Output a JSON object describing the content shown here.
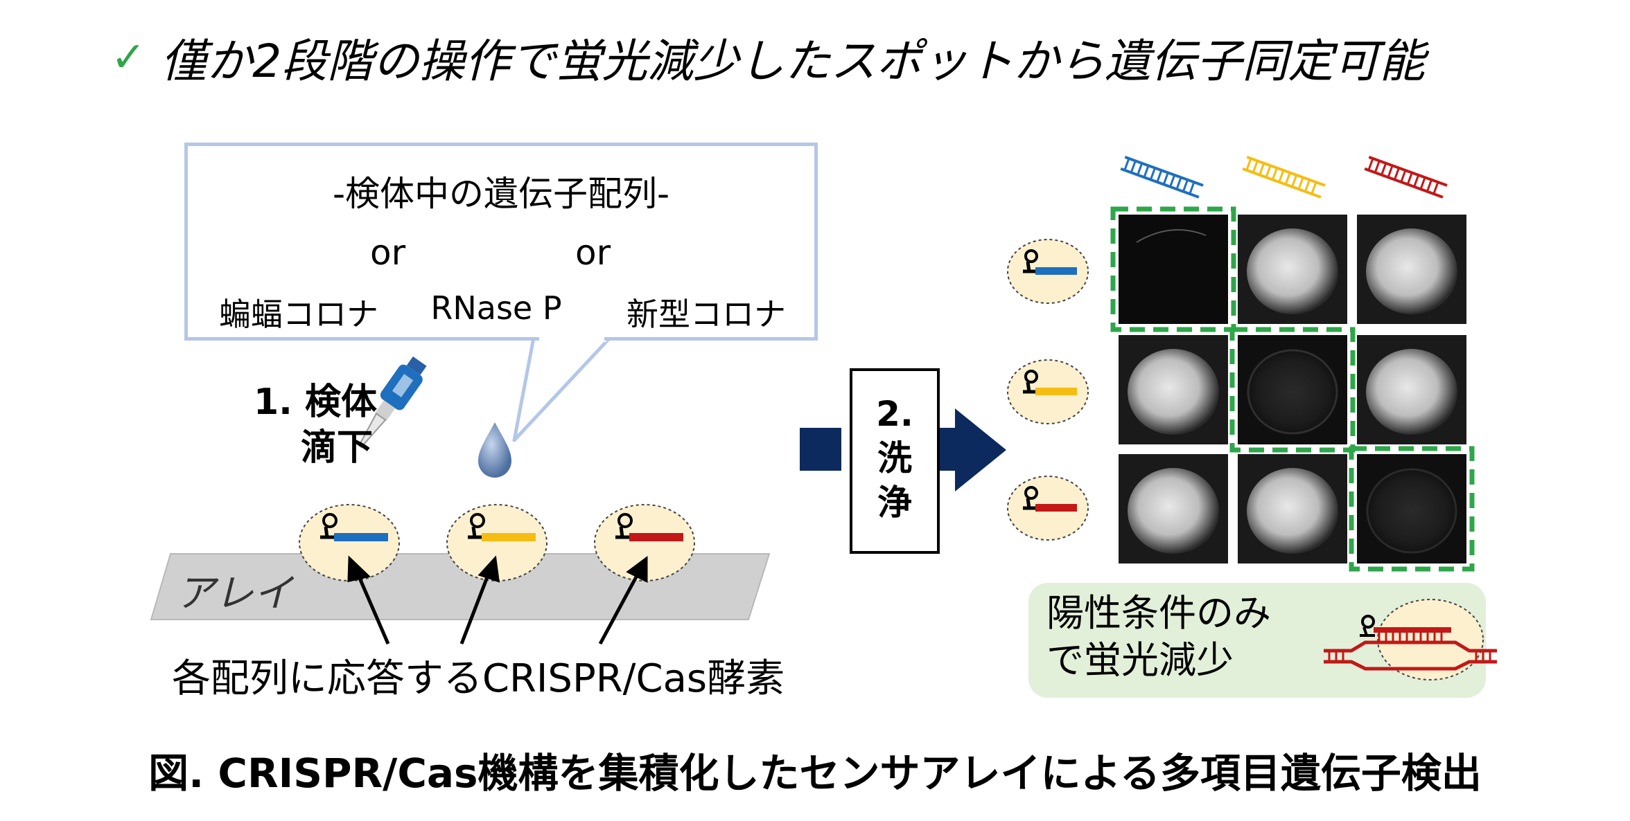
{
  "headline": {
    "check": "✓",
    "text": "僅か2段階の操作で蛍光減少したスポットから遺伝子同定可能"
  },
  "callout": {
    "title": "-検体中の遺伝子配列-",
    "or_1": "or",
    "or_2": "or",
    "labels": [
      "蝙蝠コロナ",
      "RNase P",
      "新型コロナ"
    ]
  },
  "step1": {
    "line1": "1. 検体",
    "line2": "滴下"
  },
  "array_label": "アレイ",
  "enzyme_label": "各配列に応答するCRISPR/Cas酵素",
  "step2": {
    "line1": "2.",
    "line2": "洗",
    "line3": "浄"
  },
  "result": {
    "line1": "陽性条件のみ",
    "line2": "で蛍光減少"
  },
  "caption": "図. CRISPR/Cas機構を集積化したセンサアレイによる多項目遺伝子検出",
  "colors": {
    "blue": "#1f6fbf",
    "yellow": "#f5bd13",
    "red": "#c21818",
    "spot_fill": "#fdf0cf",
    "arrow_navy": "#0d2a5e",
    "highlight_green": "#2ea64a",
    "callout_border": "#b4c7e7",
    "result_bg": "#e2efd9"
  },
  "micrograph_grid": {
    "rows": [
      "blue",
      "yellow",
      "red"
    ],
    "columns": [
      "blue",
      "yellow",
      "red"
    ],
    "dark_cells": [
      [
        0,
        0
      ],
      [
        1,
        1
      ],
      [
        2,
        2
      ]
    ]
  },
  "icons": [
    "pipette-icon",
    "droplet-icon",
    "dna-ladder-icon",
    "crispr-probe-icon",
    "crispr-complex-icon"
  ]
}
